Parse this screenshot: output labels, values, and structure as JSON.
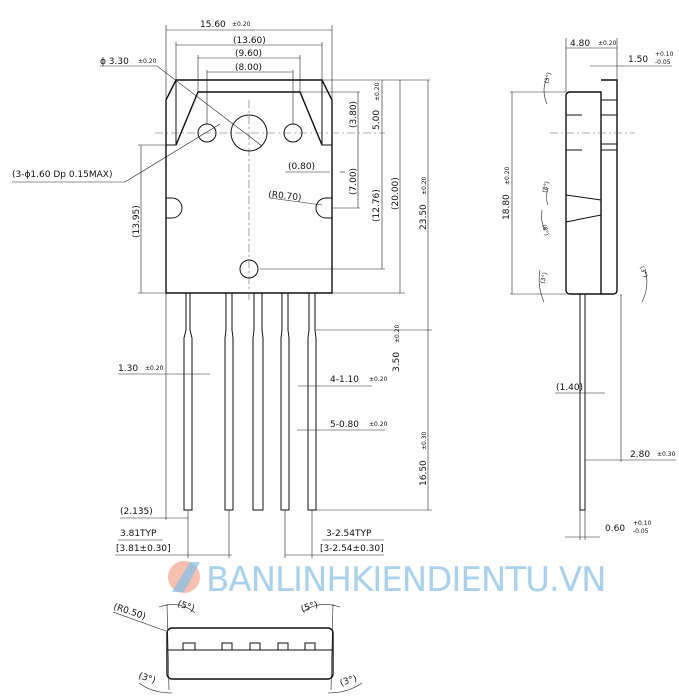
{
  "front_view": {
    "width_total": "15.60",
    "width_total_tol": "±0.20",
    "width_13_60": "(13.60)",
    "width_9_60": "(9.60)",
    "width_8_00": "(8.00)",
    "hole_dia": "ϕ 3.30",
    "hole_dia_tol": "±0.20",
    "small_holes": "(3-ϕ1.60  Dp  0.15MAX)",
    "dim_3_80": "(3.80)",
    "dim_5_00": "5.00",
    "dim_5_00_tol": "±0.20",
    "dim_7_00": "(7.00)",
    "dim_0_80": "(0.80)",
    "radius_0_70": "(R0.70)",
    "dim_12_76": "(12.76)",
    "dim_20_00": "(20.00)",
    "dim_23_50": "23.50",
    "dim_23_50_tol": "±0.20",
    "dim_13_95": "(13.95)"
  },
  "leads": {
    "lead_width_1_30": "1.30",
    "lead_width_1_30_tol": "±0.20",
    "dim_3_50": "3.50",
    "dim_3_50_tol": "±0.20",
    "lead_4_1_10": "4-1.10",
    "lead_4_1_10_tol": "±0.20",
    "lead_5_0_80": "5-0.80",
    "lead_5_0_80_tol": "±0.20",
    "dim_16_50": "16.50",
    "dim_16_50_tol": "±0.30",
    "dim_2_135": "(2.135)",
    "pitch_3_81": "3.81TYP",
    "pitch_3_81_tol": "[3.81±0.30]",
    "pitch_2_54": "3-2.54TYP",
    "pitch_2_54_tol": "[3-2.54±0.30]"
  },
  "side_view": {
    "thickness": "4.80",
    "thickness_tol": "±0.20",
    "tab": "1.50",
    "tab_tol_plus": "+0.10",
    "tab_tol_minus": "-0.05",
    "height": "18.80",
    "height_tol": "±0.20",
    "angle_3": "(3°)",
    "angle_8": "(8°)",
    "dim_1_40": "(1.40)",
    "dim_2_80": "2.80",
    "dim_2_80_tol": "±0.30",
    "lead_thk": "0.60",
    "lead_thk_plus": "+0.10",
    "lead_thk_minus": "-0.05"
  },
  "bottom_view": {
    "radius": "(R0.50)",
    "angle_5": "(5°)",
    "angle_3": "(3°)"
  },
  "watermark": "BANLINHKIENDIENTU.VN"
}
